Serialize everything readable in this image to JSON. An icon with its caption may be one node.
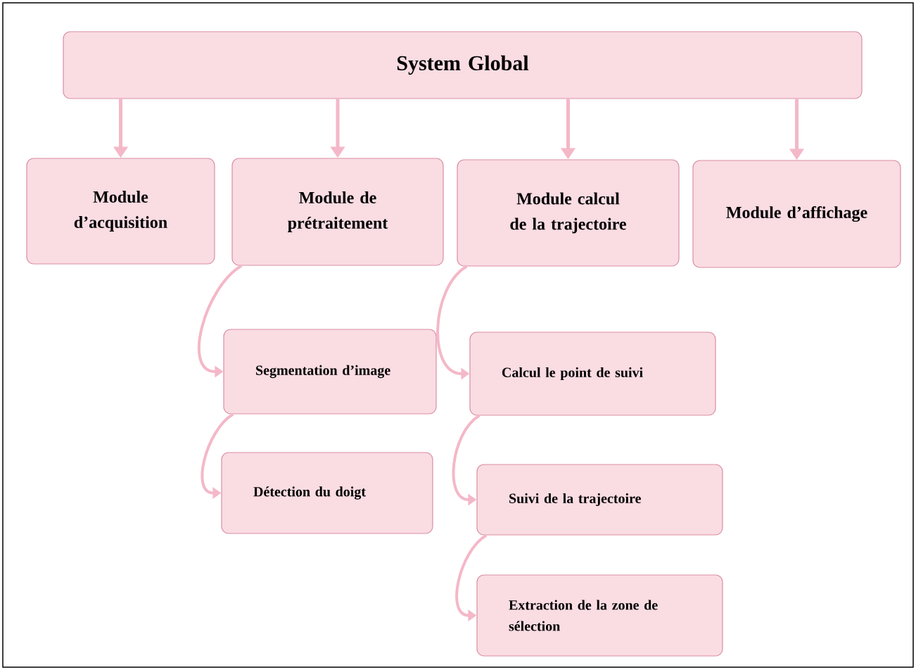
{
  "diagram": {
    "nodes": [
      {
        "text": [
          "System Global"
        ]
      },
      {
        "text": [
          "Module d’acquisition"
        ]
      },
      {
        "text": [
          "Module de prétraitement"
        ]
      },
      {
        "text": [
          "Module calcul de la trajectoire"
        ]
      },
      {
        "text": [
          "Module d’affichage"
        ]
      },
      {
        "text": [
          "Segmentation d’image"
        ]
      },
      {
        "text": [
          "Détection du doigt"
        ]
      },
      {
        "text": [
          "Calcul le point de suivi"
        ]
      },
      {
        "text": [
          "Suivi de la trajectoire"
        ]
      },
      {
        "text": [
          "Extraction de la zone de sélection"
        ]
      }
    ],
    "edges": [
      {
        "from": 0,
        "to": 1,
        "arrow": "to"
      },
      {
        "from": 0,
        "to": 2,
        "arrow": "to"
      },
      {
        "from": 0,
        "to": 3,
        "arrow": "to"
      },
      {
        "from": 0,
        "to": 4,
        "arrow": "to"
      },
      {
        "from": 2,
        "to": 5,
        "arrow": "to"
      },
      {
        "from": 5,
        "to": 6,
        "arrow": "to"
      },
      {
        "from": 3,
        "to": 7,
        "arrow": "to"
      },
      {
        "from": 7,
        "to": 8,
        "arrow": "to"
      },
      {
        "from": 8,
        "to": 9,
        "arrow": "to"
      }
    ]
  }
}
